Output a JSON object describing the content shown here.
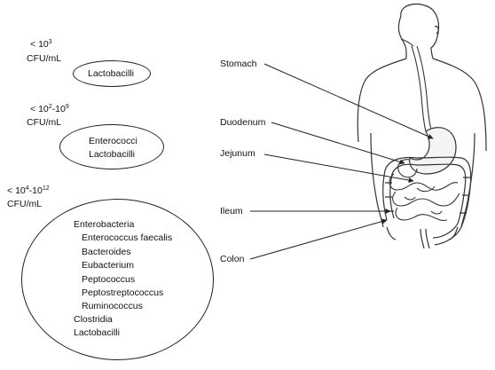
{
  "concentrations": [
    {
      "id": "stomach",
      "prefix": "< ",
      "base": "10",
      "exp": "3",
      "range_sep": "",
      "base2": "",
      "exp2": "",
      "unit": "CFU/mL"
    },
    {
      "id": "small-intestine",
      "prefix": "< ",
      "base": "10",
      "exp": "2",
      "range_sep": "-",
      "base2": "10",
      "exp2": "9",
      "unit": "CFU/mL"
    },
    {
      "id": "colon",
      "prefix": "< ",
      "base": "10",
      "exp": "4",
      "range_sep": "-",
      "base2": "10",
      "exp2": "12",
      "unit": "CFU/mL"
    }
  ],
  "ovals": {
    "stomach": [
      "Lactobacilli"
    ],
    "small_intestine": [
      "Enterococci",
      "Lactobacilli"
    ],
    "colon": [
      {
        "text": "Enterobacteria",
        "indent": false
      },
      {
        "text": "Enterococcus faecalis",
        "indent": true
      },
      {
        "text": "Bacteroides",
        "indent": true
      },
      {
        "text": "Eubacterium",
        "indent": true
      },
      {
        "text": "Peptococcus",
        "indent": true
      },
      {
        "text": "Peptostreptococcus",
        "indent": true
      },
      {
        "text": "Ruminococcus",
        "indent": true
      },
      {
        "text": "Clostridia",
        "indent": false
      },
      {
        "text": "Lactobacilli",
        "indent": false
      }
    ]
  },
  "organs": [
    "Stomach",
    "Duodenum",
    "Jejunum",
    "Ileum",
    "Colon"
  ],
  "colors": {
    "line": "#222222",
    "body_outline": "#333333"
  }
}
